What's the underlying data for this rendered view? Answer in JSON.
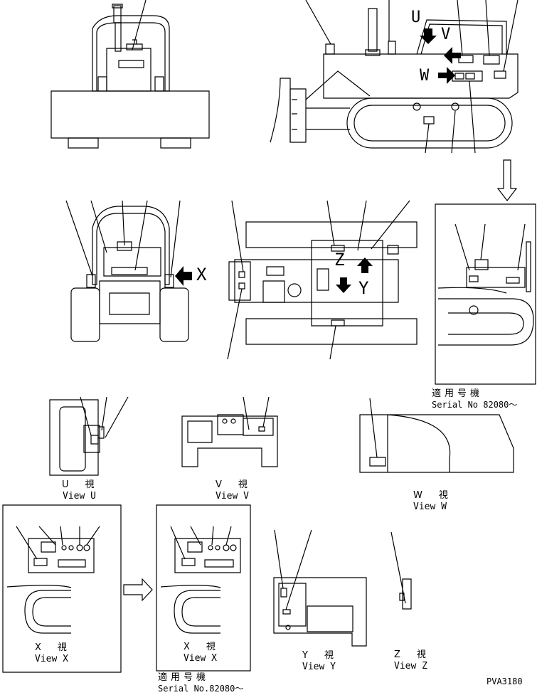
{
  "arrow_labels": {
    "u": "U",
    "v": "V",
    "w": "W",
    "x": "X",
    "y": "Y",
    "z": "Z"
  },
  "views": [
    {
      "id": "view-u",
      "jp": "U　視",
      "en": "View U"
    },
    {
      "id": "view-v",
      "jp": "V　視",
      "en": "View V"
    },
    {
      "id": "view-w",
      "jp": "W　視",
      "en": "View W"
    },
    {
      "id": "view-x-1",
      "jp": "X　視",
      "en": "View X"
    },
    {
      "id": "view-x-2",
      "jp": "X　視",
      "en": "View X"
    },
    {
      "id": "view-y",
      "jp": "Y　視",
      "en": "View Y"
    },
    {
      "id": "view-z",
      "jp": "Z　視",
      "en": "View Z"
    }
  ],
  "serial_notes": [
    {
      "jp": "適用号機",
      "en": "Serial No 82080～"
    },
    {
      "jp": "適用号機",
      "en": "Serial No.82080～"
    }
  ],
  "drawing_number": "PVA3180"
}
